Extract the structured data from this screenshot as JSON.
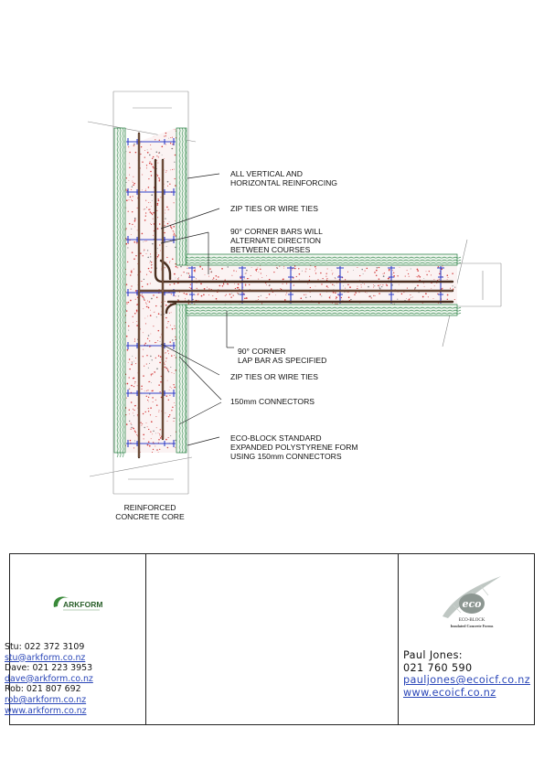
{
  "annotations": [
    {
      "id": "vertical-horizontal",
      "lines": [
        "ALL VERTICAL AND",
        "HORIZONTAL REINFORCING"
      ]
    },
    {
      "id": "zip-ties-top",
      "lines": [
        "ZIP TIES OR WIRE TIES"
      ]
    },
    {
      "id": "corner-bars",
      "lines": [
        "90° CORNER BARS WILL",
        "ALTERNATE DIRECTION",
        "BETWEEN COURSES"
      ]
    },
    {
      "id": "corner-lap",
      "lines": [
        "90° CORNER",
        "LAP BAR AS SPECIFIED"
      ]
    },
    {
      "id": "zip-ties-bottom",
      "lines": [
        "ZIP TIES OR WIRE TIES"
      ]
    },
    {
      "id": "connectors",
      "lines": [
        "150mm CONNECTORS"
      ]
    },
    {
      "id": "eco-block-form",
      "lines": [
        "ECO-BLOCK STANDARD",
        "EXPANDED POLYSTYRENE FORM",
        "USING 150mm CONNECTORS"
      ]
    }
  ],
  "caption": {
    "lines": [
      "REINFORCED",
      "CONCRETE CORE"
    ]
  },
  "left_logo": {
    "text": "ARKFORM"
  },
  "contacts_left": [
    {
      "name": "Stu:",
      "phone": "022 372 3109",
      "email": "stu@arkform.co.nz"
    },
    {
      "name": "Dave:",
      "phone": "021 223 3953",
      "email": "dave@arkform.co.nz"
    },
    {
      "name": "Rob:",
      "phone": "021 807 692",
      "email": "rob@arkform.co.nz"
    }
  ],
  "website_left": "www.arkform.co.nz",
  "right_logo": {
    "emblem": "eco",
    "line1": "ECO-BLOCK",
    "line2": "Insulated Concrete Forms"
  },
  "contact_right": {
    "name": "Paul Jones:",
    "phone": "021 760 590",
    "email": "pauljones@ecoicf.co.nz",
    "website": "www.ecoicf.co.nz"
  },
  "colors": {
    "concrete_speckle": "#d23a3a",
    "connector": "#2f3fc8",
    "foam_hatch": "#1e7a3a",
    "rebar": "#4a2f20"
  }
}
